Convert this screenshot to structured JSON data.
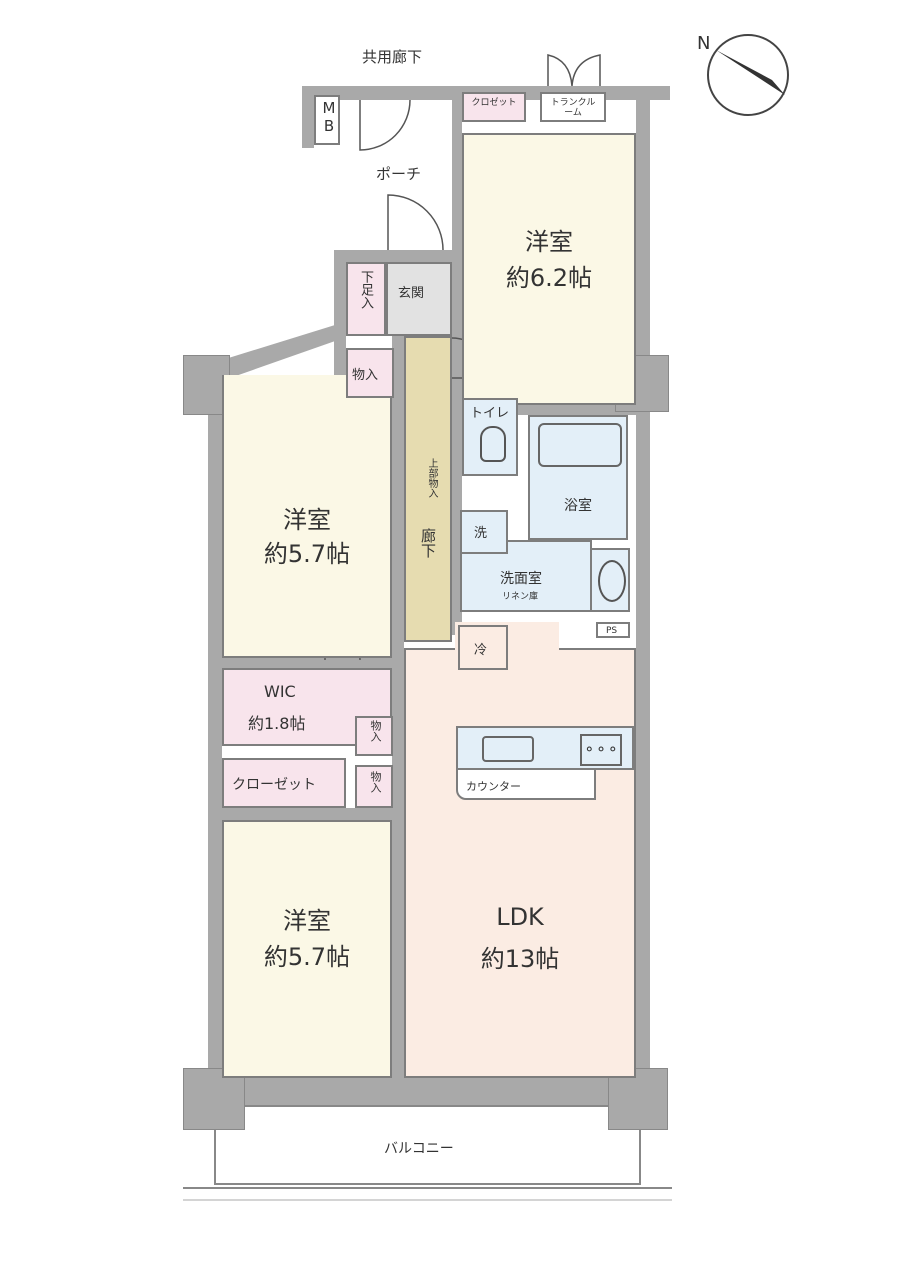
{
  "labels": {
    "common_corridor": "共用廊下",
    "mb": "MB",
    "closet_small": "クロゼット",
    "trunk_room": "トランクルーム",
    "porch": "ポーチ",
    "entrance": "玄関",
    "shoe_storage": "下足入",
    "storage": "物入",
    "upper_storage": "上部物入",
    "corridor": "廊下",
    "toilet": "トイレ",
    "bathroom": "浴室",
    "washroom": "洗面室",
    "linen": "リネン庫",
    "ps": "PS",
    "wash_machine": "洗",
    "fridge": "冷",
    "counter": "カウンター",
    "closet": "クローゼット",
    "balcony": "バルコニー",
    "compass_n": "N"
  },
  "rooms": {
    "western_1": {
      "name": "洋室",
      "size": "約6.2帖"
    },
    "western_2": {
      "name": "洋室",
      "size": "約5.7帖"
    },
    "wic": {
      "name": "WIC",
      "size": "約1.8帖"
    },
    "western_3": {
      "name": "洋室",
      "size": "約5.7帖"
    },
    "ldk": {
      "name": "LDK",
      "size": "約13帖"
    }
  },
  "colors": {
    "wall": "#a9a9a9",
    "western": "#fbf8e6",
    "ldk": "#fbece3",
    "wic": "#f8e4ec",
    "wet": "#e3eff8",
    "corridor": "#e6dcb0",
    "entrance": "#e2e2e2"
  }
}
